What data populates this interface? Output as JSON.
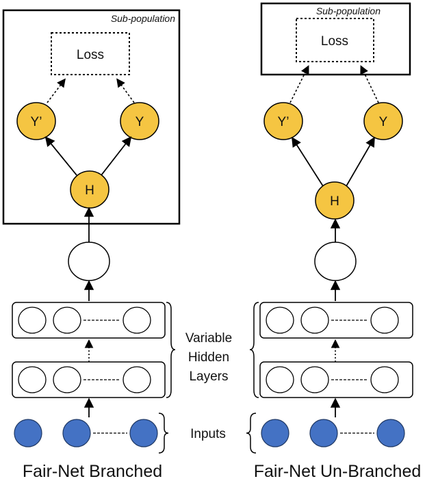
{
  "left": {
    "box_label": "Sub-population",
    "loss": "Loss",
    "y_prime": "Y’",
    "y": "Y",
    "h": "H",
    "caption": "Fair-Net Branched"
  },
  "right": {
    "box_label": "Sub-population",
    "loss": "Loss",
    "y_prime": "Y’",
    "y": "Y",
    "h": "H",
    "caption": "Fair-Net Un-Branched"
  },
  "middle": {
    "hidden_line1": "Variable",
    "hidden_line2": "Hidden",
    "hidden_line3": "Layers",
    "inputs": "Inputs"
  },
  "colors": {
    "gold": "#f5c542",
    "blue": "#4472c4",
    "stroke": "#000000"
  }
}
